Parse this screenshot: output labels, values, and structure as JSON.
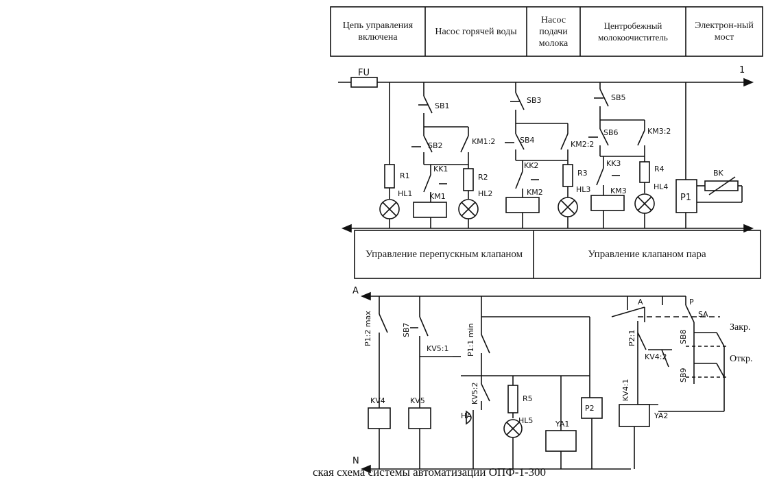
{
  "header_cells": [
    "Цепь управления включена",
    "Насос горячей воды",
    "Насос подачи молока",
    "Центробежный молокоочиститель",
    "Электрон-ный мост"
  ],
  "middle_cells": [
    "Управление перепускным клапаном",
    "Управление клапаном пара"
  ],
  "top_labels": {
    "fuse": "FU",
    "line1": "1",
    "sb1": "SB1",
    "sb2": "SB2",
    "km1_2": "KM1:2",
    "kk1": "KK1",
    "r1": "R1",
    "hl1": "HL1",
    "km1": "KM1",
    "r2": "R2",
    "hl2": "HL2",
    "sb3": "SB3",
    "sb4": "SB4",
    "km2_2": "KM2:2",
    "kk2": "KK2",
    "r3": "R3",
    "hl3": "HL3",
    "km2": "KM2",
    "sb5": "SB5",
    "sb6": "SB6",
    "km3_2": "KM3:2",
    "kk3": "KK3",
    "r4": "R4",
    "hl4": "HL4",
    "km3": "KM3",
    "p1": "P1",
    "bk": "BK"
  },
  "bottom_labels": {
    "a": "A",
    "n": "N",
    "p1_2": "P1:2 max",
    "sb7": "SB7",
    "kv5_1": "KV5:1",
    "p1_1": "P1:1 min",
    "kv5_2": "KV5:2",
    "r5": "R5",
    "ha": "HA",
    "hl5": "HL5",
    "kv4": "KV4",
    "kv5": "KV5",
    "ya1": "YA1",
    "p2": "P2",
    "a2": "A",
    "p": "P",
    "sa": "SA",
    "p2_1": "P2:1",
    "kv4_2": "KV4:2",
    "sb8": "SB8",
    "sb9": "SB9",
    "kv4_1": "KV4:1",
    "ya2": "YA2"
  },
  "side_labels": {
    "close": "Закр.",
    "open": "Откр."
  },
  "caption": "ская схема системы автоматизации ОПФ-1-300"
}
